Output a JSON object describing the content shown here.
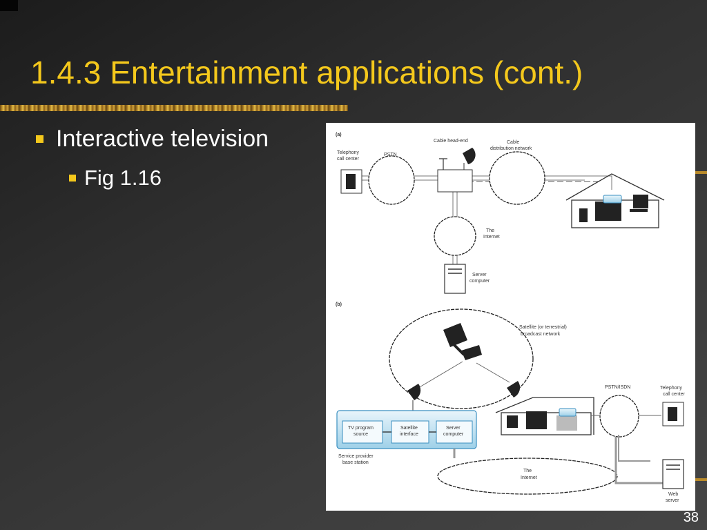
{
  "slide": {
    "title": "1.4.3 Entertainment applications (cont.)",
    "bullets": [
      {
        "text": "Interactive television",
        "level": 1
      },
      {
        "text": "Fig 1.16",
        "level": 2
      }
    ],
    "page_number": "38"
  },
  "figure": {
    "part_a": {
      "label": "(a)",
      "telephony_call_center": [
        "Telephony",
        "call center"
      ],
      "pstn": "PSTN",
      "cable_head_end": "Cable head-end",
      "cable_network": [
        "Cable",
        "distribution network"
      ],
      "internet": [
        "The",
        "Internet"
      ],
      "server": [
        "Server",
        "computer"
      ]
    },
    "part_b": {
      "label": "(b)",
      "satellite_network": [
        "Satellite (or terrestrial)",
        "broadcast network"
      ],
      "pstn_isdn": "PSTN/ISDN",
      "telephony_call_center": [
        "Telephony",
        "call center"
      ],
      "tv_program_source": [
        "TV program",
        "source"
      ],
      "satellite_interface": [
        "Satellite",
        "interface"
      ],
      "server_computer": [
        "Server",
        "computer"
      ],
      "base_station": [
        "Service provider",
        "base station"
      ],
      "internet": [
        "The",
        "Internet"
      ],
      "web_server": [
        "Web",
        "server"
      ]
    }
  }
}
